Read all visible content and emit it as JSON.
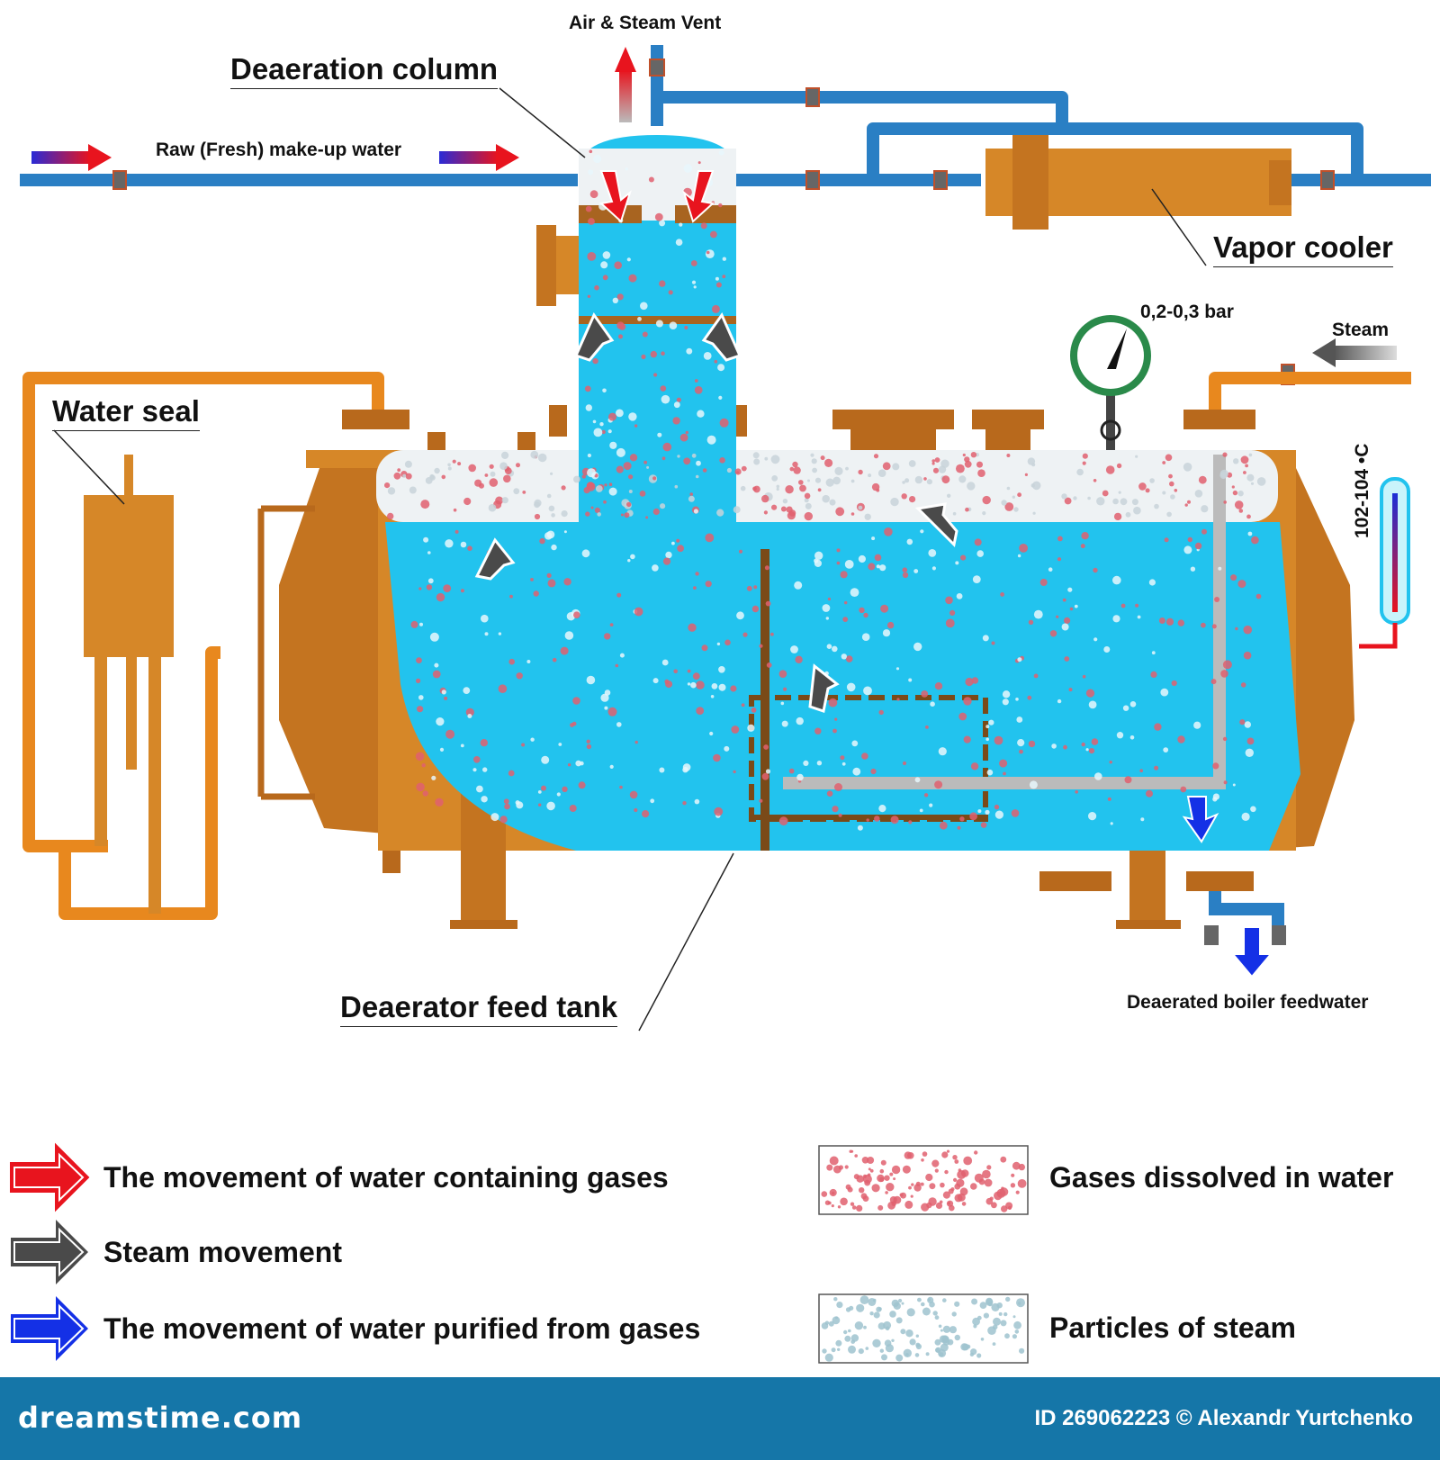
{
  "labels": {
    "air_vent": "Air & Steam Vent",
    "column": "Deaeration column",
    "raw_water": "Raw (Fresh) make-up water",
    "vapor_cooler": "Vapor cooler",
    "pressure": "0,2-0,3 bar",
    "steam": "Steam",
    "water_seal": "Water seal",
    "temperature": "102-104 •C",
    "feed_tank": "Deaerator feed tank",
    "feedwater": "Deaerated boiler feedwater"
  },
  "legend": [
    {
      "label": "The movement of water containing gases",
      "color": "#e8141e"
    },
    {
      "label": "Steam movement",
      "color": "#4a4a4a"
    },
    {
      "label": "The movement of water purified from gases",
      "color": "#1430e6"
    }
  ],
  "legend_swatches": [
    {
      "label": "Gases dissolved in water",
      "dot_color": "#e0606e"
    },
    {
      "label": "Particles of steam",
      "dot_color": "#9fc3cf"
    }
  ],
  "footer": {
    "brand": "dreamstime.com",
    "id": "ID 269062223 © Alexandr Yurtchenko"
  },
  "colors": {
    "pipe_blue": "#2a7fc4",
    "tank_orange": "#d68728",
    "water": "#22c3ee",
    "footer": "#1576a8"
  }
}
